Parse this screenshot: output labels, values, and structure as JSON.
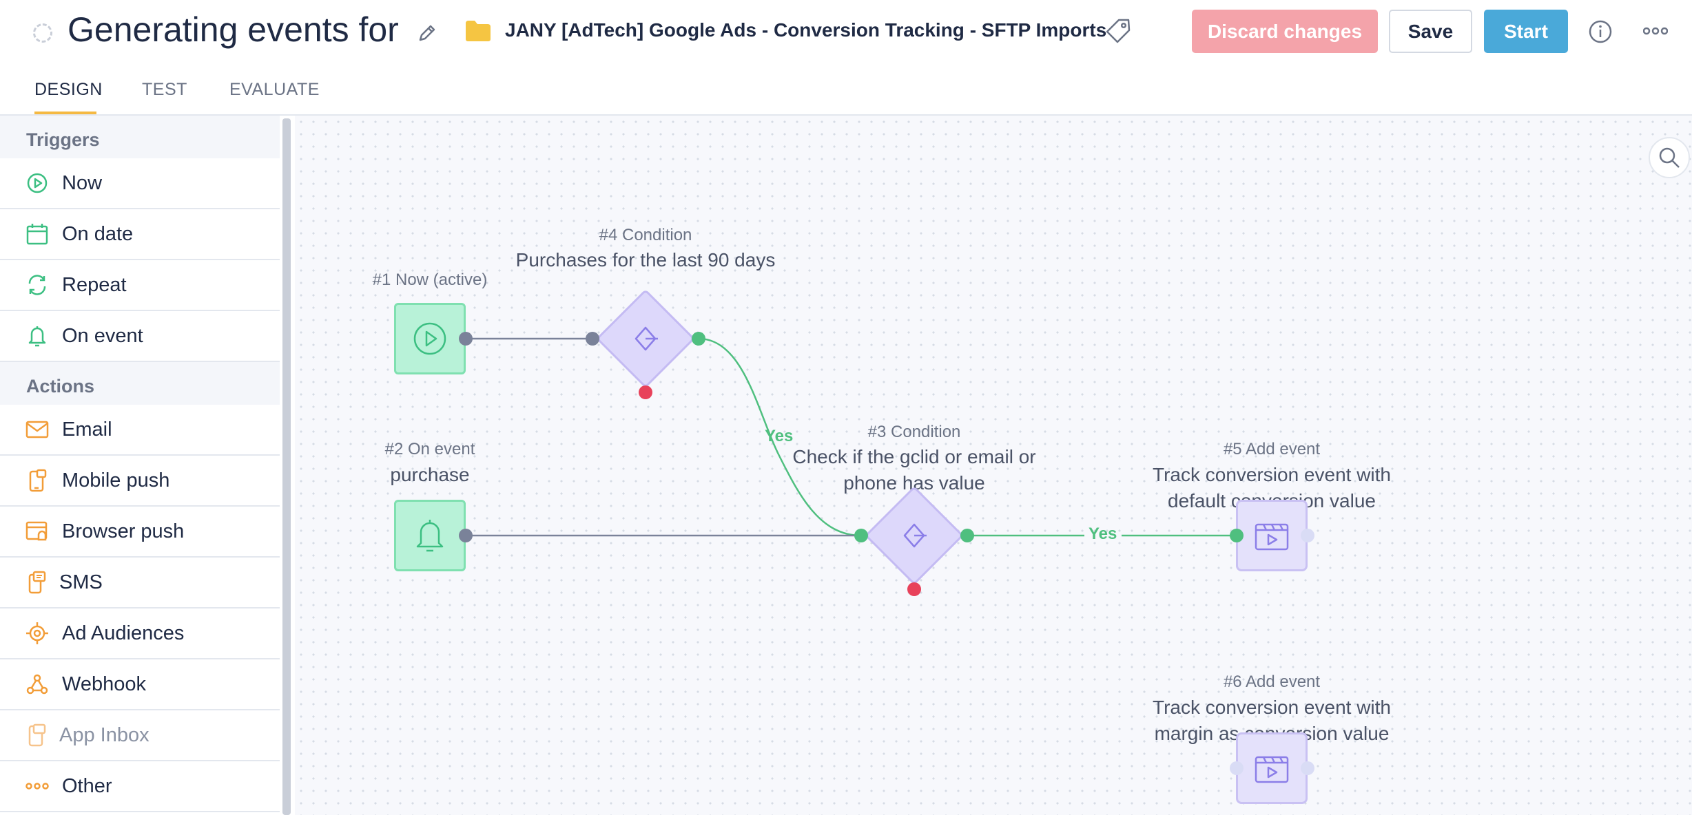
{
  "header": {
    "title": "Generating events for",
    "folder_name": "JANY [AdTech] Google Ads - Conversion Tracking - SFTP Imports",
    "discard_label": "Discard changes",
    "save_label": "Save",
    "start_label": "Start",
    "colors": {
      "discard": "#f4a3aa",
      "start": "#4aa9d9",
      "folder": "#f5c542"
    }
  },
  "tabs": [
    {
      "label": "DESIGN",
      "active": true
    },
    {
      "label": "TEST",
      "active": false
    },
    {
      "label": "EVALUATE",
      "active": false
    }
  ],
  "sidebar": {
    "triggers_title": "Triggers",
    "triggers": [
      {
        "label": "Now",
        "icon": "play-circle-icon"
      },
      {
        "label": "On date",
        "icon": "calendar-icon"
      },
      {
        "label": "Repeat",
        "icon": "repeat-icon"
      },
      {
        "label": "On event",
        "icon": "bell-icon"
      }
    ],
    "actions_title": "Actions",
    "actions": [
      {
        "label": "Email",
        "icon": "envelope-icon"
      },
      {
        "label": "Mobile push",
        "icon": "mobile-push-icon"
      },
      {
        "label": "Browser push",
        "icon": "browser-push-icon"
      },
      {
        "label": "SMS",
        "icon": "sms-icon"
      },
      {
        "label": "Ad Audiences",
        "icon": "target-icon"
      },
      {
        "label": "Webhook",
        "icon": "webhook-icon"
      },
      {
        "label": "App Inbox",
        "icon": "app-inbox-icon",
        "disabled": true
      },
      {
        "label": "Other",
        "icon": "more-dots-icon"
      }
    ]
  },
  "canvas": {
    "nodes": [
      {
        "id": 1,
        "label": "#1 Now (active)",
        "desc": "",
        "kind": "trigger-now"
      },
      {
        "id": 2,
        "label": "#2 On event",
        "desc": "purchase",
        "kind": "trigger-event"
      },
      {
        "id": 4,
        "label": "#4 Condition",
        "desc": "Purchases for the last 90 days",
        "kind": "condition"
      },
      {
        "id": 3,
        "label": "#3 Condition",
        "desc_line1": "Check if the gclid or email or",
        "desc_line2": "phone has value",
        "kind": "condition"
      },
      {
        "id": 5,
        "label": "#5 Add event",
        "desc_line1": "Track conversion event with",
        "desc_line2": "default conversion value",
        "kind": "add-event"
      },
      {
        "id": 6,
        "label": "#6 Add event",
        "desc_line1": "Track conversion event with",
        "desc_line2": "margin as conversion value",
        "kind": "add-event"
      }
    ],
    "edge_labels": {
      "yes_a": "Yes",
      "yes_b": "Yes"
    },
    "colors": {
      "trigger": "#b8f2d8",
      "condition": "#ddd8fb",
      "yes": "#4fbf7f",
      "no": "#e8415a",
      "edge": "#7a8299"
    }
  }
}
